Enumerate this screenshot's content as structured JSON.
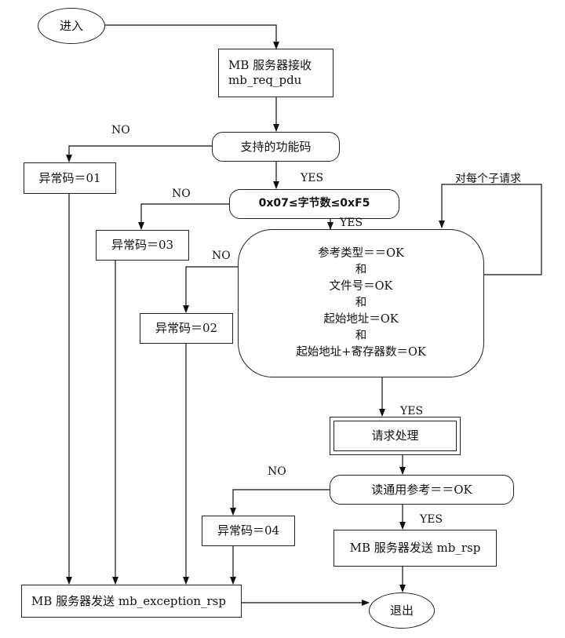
{
  "nodes": {
    "enter": "进入",
    "receive_line1": "MB 服务器接收",
    "receive_line2": "mb_req_pdu",
    "supported_fc": "支持的功能码",
    "exc01": "异常码＝01",
    "bytecount_check": "0x07≤字节数≤0xF5",
    "exc03": "异常码＝03",
    "cond1": "参考类型＝＝OK",
    "cond_and1": "和",
    "cond2": "文件号＝OK",
    "cond_and2": "和",
    "cond3": "起始地址＝OK",
    "cond_and3": "和",
    "cond4": "起始地址+寄存器数＝OK",
    "exc02": "异常码＝02",
    "process": "请求处理",
    "read_ok": "读通用参考＝＝OK",
    "exc04": "异常码＝04",
    "send_rsp": "MB 服务器发送 mb_rsp",
    "send_exc": "MB 服务器发送 mb_exception_rsp",
    "exit": "退出"
  },
  "labels": {
    "no_fc": "NO",
    "yes_fc": "YES",
    "no_bytes": "NO",
    "yes_bytes": "YES",
    "no_cond": "NO",
    "loop": "对每个子请求",
    "yes_cond": "YES",
    "no_read": "NO",
    "yes_read": "YES"
  }
}
